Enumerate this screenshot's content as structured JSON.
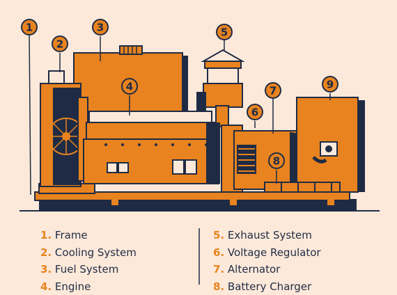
{
  "callouts": [
    "1",
    "2",
    "3",
    "4",
    "5",
    "6",
    "7",
    "8",
    "9"
  ],
  "legend_left": [
    {
      "num": "1.",
      "label": "Frame"
    },
    {
      "num": "2.",
      "label": "Cooling System"
    },
    {
      "num": "3.",
      "label": "Fuel System"
    },
    {
      "num": "4.",
      "label": "Engine"
    }
  ],
  "legend_right": [
    {
      "num": "5.",
      "label": "Exhaust System"
    },
    {
      "num": "6.",
      "label": "Voltage Regulator"
    },
    {
      "num": "7.",
      "label": "Alternator"
    },
    {
      "num": "8.",
      "label": "Battery Charger"
    }
  ],
  "colors": {
    "background": "#fde9da",
    "orange": "#e8831f",
    "navy": "#1f2b44",
    "cream": "#fde9da"
  }
}
